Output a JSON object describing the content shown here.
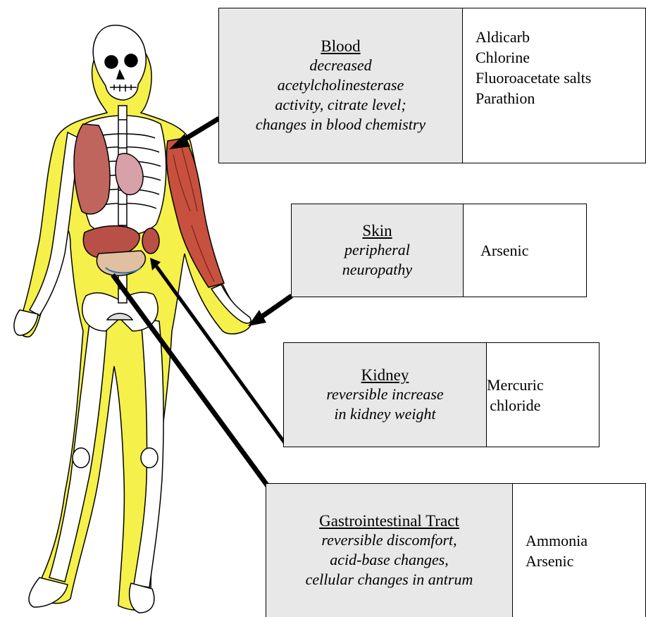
{
  "diagram": {
    "boxes": {
      "blood": {
        "organ": "Blood",
        "effect_lines": [
          "decreased",
          "acetylcholinesterase",
          "activity, citrate level;",
          "changes in blood chemistry"
        ],
        "chemicals": [
          "Aldicarb",
          "Chlorine",
          "Fluoroacetate salts",
          "Parathion"
        ]
      },
      "skin": {
        "organ": "Skin",
        "effect_lines": [
          "peripheral",
          "neuropathy"
        ],
        "chemicals": [
          "Arsenic"
        ]
      },
      "kidney": {
        "organ": "Kidney",
        "effect_lines": [
          "reversible increase",
          "in kidney weight"
        ],
        "chemicals": [
          "Mercuric",
          "chloride"
        ]
      },
      "gastrointestinal": {
        "organ": "Gastrointestinal Tract",
        "effect_lines": [
          "reversible discomfort,",
          "acid-base changes,",
          "cellular changes in antrum"
        ],
        "chemicals": [
          "Ammonia",
          "Arsenic"
        ]
      }
    },
    "colors": {
      "body_glow": "#f5f04a",
      "bone": "#ffffff",
      "outline": "#000000",
      "organ_red": "#c0645e",
      "muscle_red": "#c8503e",
      "label_fill": "#e8e8e8"
    }
  }
}
